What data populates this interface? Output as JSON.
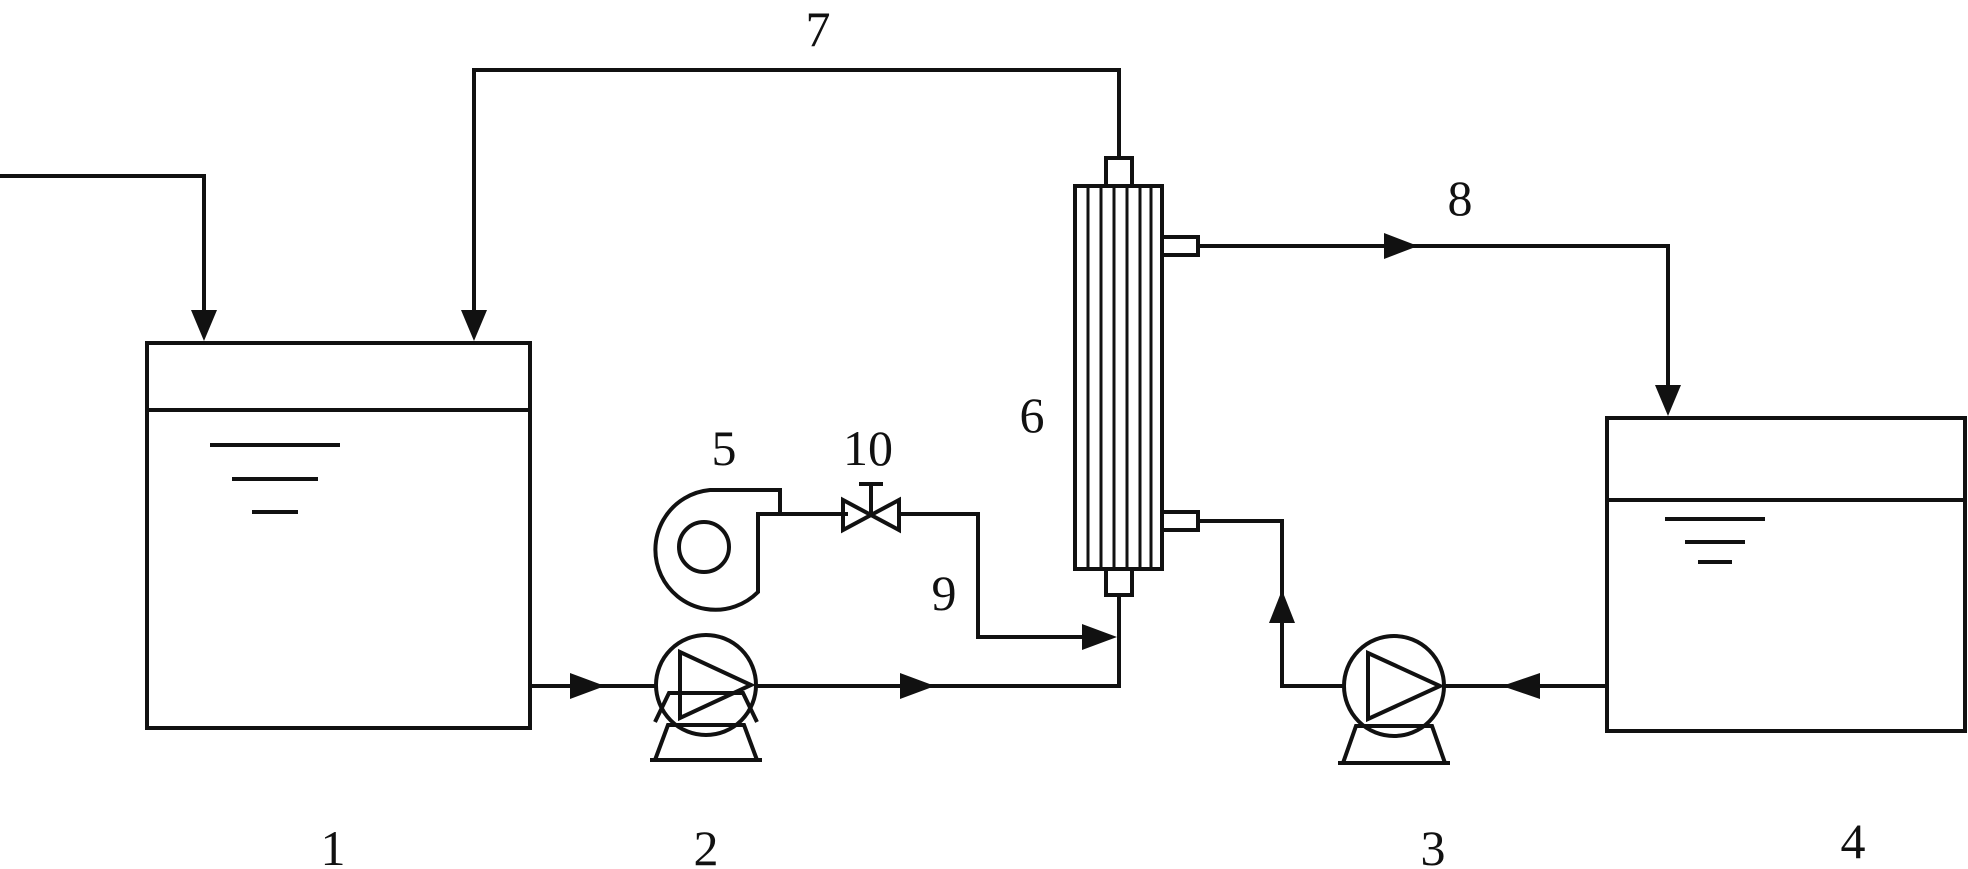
{
  "labels": {
    "tank_1": "1",
    "pump_2": "2",
    "pump_3": "3",
    "tank_4": "4",
    "blower_5": "5",
    "membrane_module_6": "6",
    "line_7": "7",
    "line_8": "8",
    "line_9": "9",
    "valve_10": "10"
  },
  "colors": {
    "stroke": "#111111",
    "background": "#ffffff"
  }
}
